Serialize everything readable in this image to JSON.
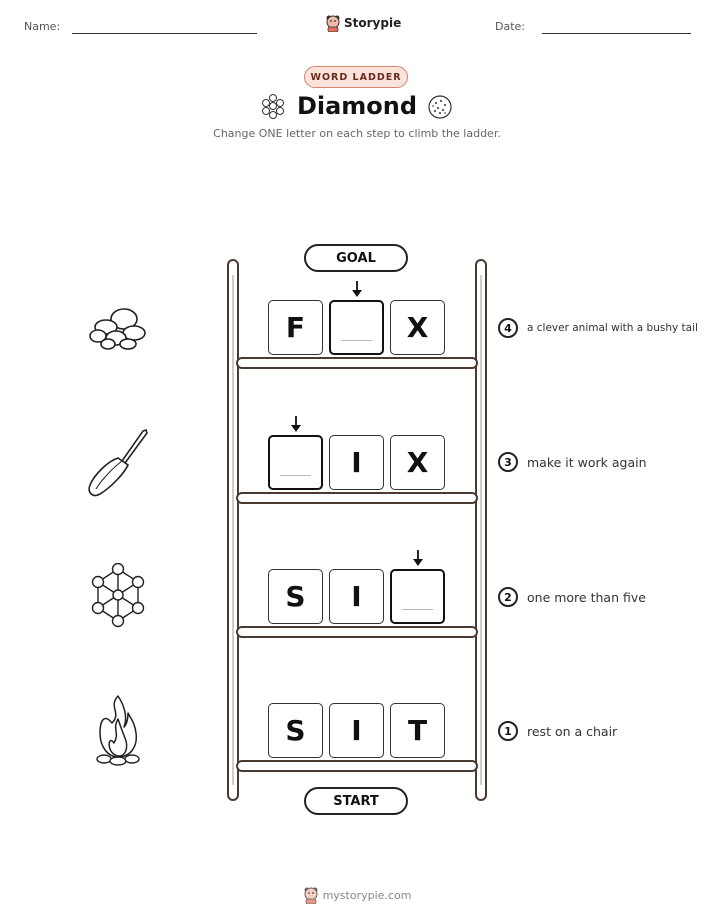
{
  "header": {
    "name_label": "Name:",
    "date_label": "Date:",
    "brand": "Storypie"
  },
  "badge": "WORD LADDER",
  "title": "Diamond",
  "subtitle": "Change ONE letter on each step to climb the ladder.",
  "goal_label": "GOAL",
  "start_label": "START",
  "rungs": [
    {
      "number": "4",
      "letters": [
        "F",
        "",
        "X"
      ],
      "clue": "a clever animal with a bushy tail",
      "picture": "rocks-icon"
    },
    {
      "number": "3",
      "letters": [
        "",
        "I",
        "X"
      ],
      "clue": "make it work again",
      "picture": "chisel-icon"
    },
    {
      "number": "2",
      "letters": [
        "S",
        "I",
        ""
      ],
      "clue": "one more than five",
      "picture": "crystal-lattice-icon"
    },
    {
      "number": "1",
      "letters": [
        "S",
        "I",
        "T"
      ],
      "clue": "rest on a chair",
      "picture": "fire-icon"
    }
  ],
  "footer": "mystorypie.com"
}
